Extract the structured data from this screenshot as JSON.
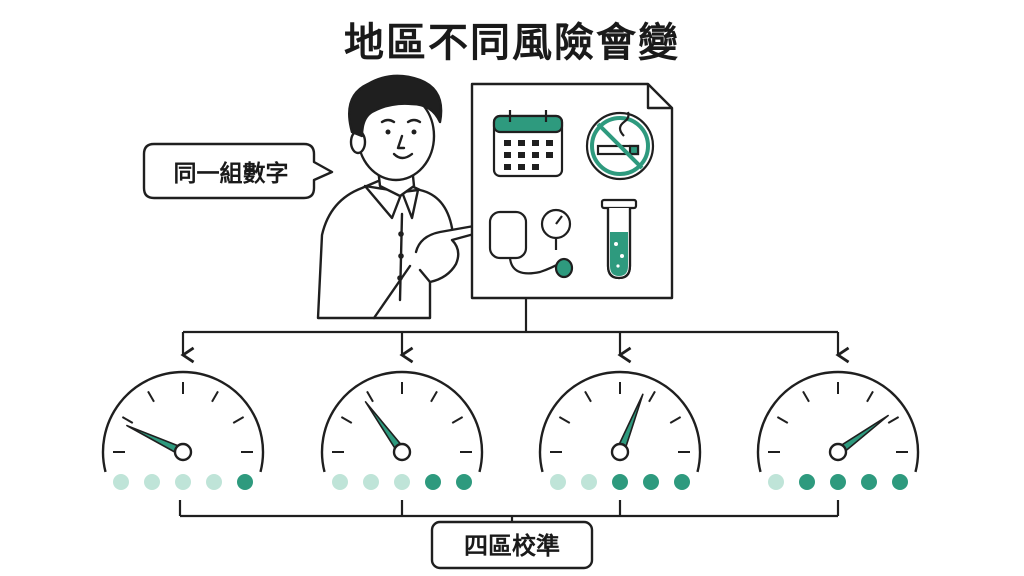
{
  "title": "地區不同風險會變",
  "speech_bubble": "同一組數字",
  "footer_label": "四區校準",
  "colors": {
    "ink": "#1f1f1f",
    "accent": "#2e9a7e",
    "accent_light": "#bfe4d8",
    "skin": "#ffffff",
    "hair": "#1f1f1f"
  },
  "factors": [
    {
      "icon": "calendar-icon"
    },
    {
      "icon": "no-smoking-icon"
    },
    {
      "icon": "blood-pressure-monitor-icon"
    },
    {
      "icon": "test-tube-icon"
    }
  ],
  "gauges": [
    {
      "name": "region-1",
      "level": 0.14,
      "dots_filled": 1
    },
    {
      "name": "region-2",
      "level": 0.3,
      "dots_filled": 2
    },
    {
      "name": "region-3",
      "level": 0.62,
      "dots_filled": 3
    },
    {
      "name": "region-4",
      "level": 0.8,
      "dots_filled": 4
    }
  ]
}
